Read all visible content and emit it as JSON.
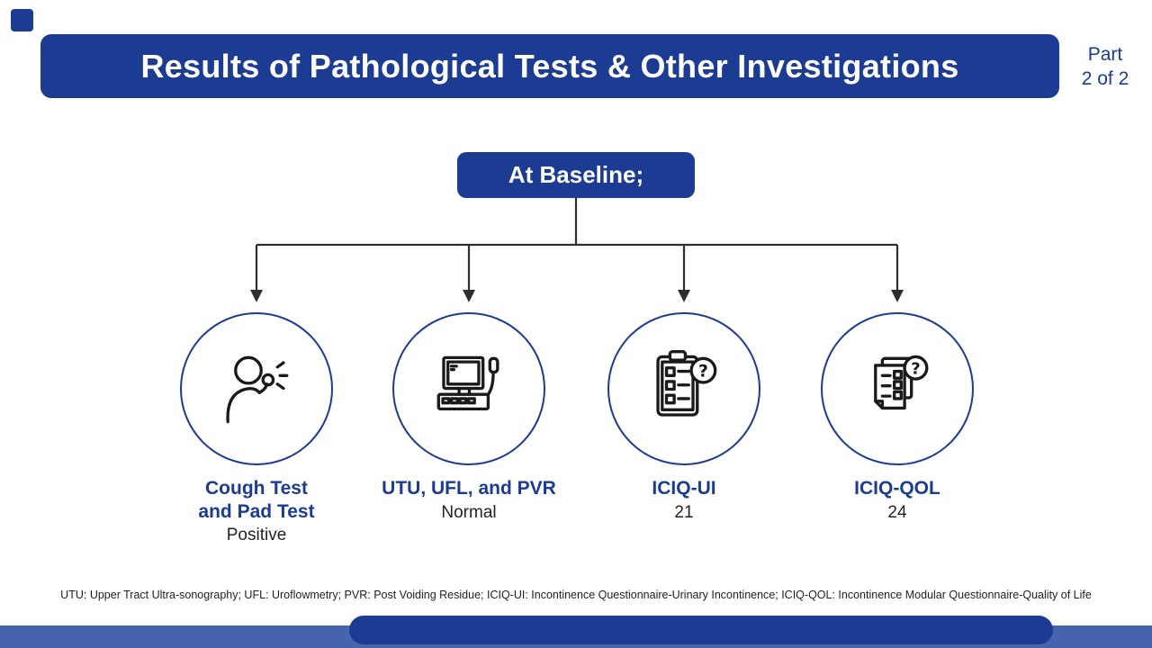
{
  "header": {
    "title": "Results of Pathological Tests & Other Investigations",
    "part_line1": "Part",
    "part_line2": "2 of 2"
  },
  "baseline_label": "At Baseline;",
  "items": [
    {
      "icon": "coughing-person-icon",
      "title_lines": [
        "Cough Test",
        "and Pad Test"
      ],
      "value": "Positive"
    },
    {
      "icon": "ultrasound-machine-icon",
      "title_lines": [
        "UTU, UFL, and PVR"
      ],
      "value": "Normal"
    },
    {
      "icon": "clipboard-question-icon",
      "title_lines": [
        "ICIQ-UI"
      ],
      "value": "21"
    },
    {
      "icon": "documents-question-icon",
      "title_lines": [
        "ICIQ-QOL"
      ],
      "value": "24"
    }
  ],
  "footnote": "UTU: Upper Tract Ultra-sonography; UFL: Uroflowmetry; PVR: Post Voiding Residue; ICIQ-UI: Incontinence Questionnaire-Urinary Incontinence; ICIQ-QOL: Incontinence Modular Questionnaire-Quality of Life",
  "colors": {
    "primary_blue": "#1c3b92",
    "secondary_blue": "#4663ad",
    "line_color": "#2e2e2e"
  }
}
